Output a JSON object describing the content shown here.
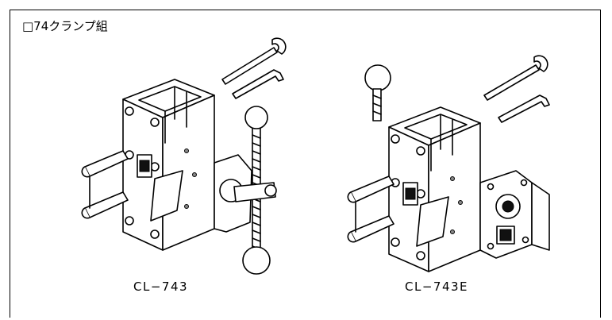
{
  "document": {
    "title": "□74クランプ組"
  },
  "figures": [
    {
      "caption": "CL−743",
      "icon": "clamp-with-handle-icon"
    },
    {
      "caption": "CL−743E",
      "icon": "clamp-with-encoder-icon"
    }
  ]
}
